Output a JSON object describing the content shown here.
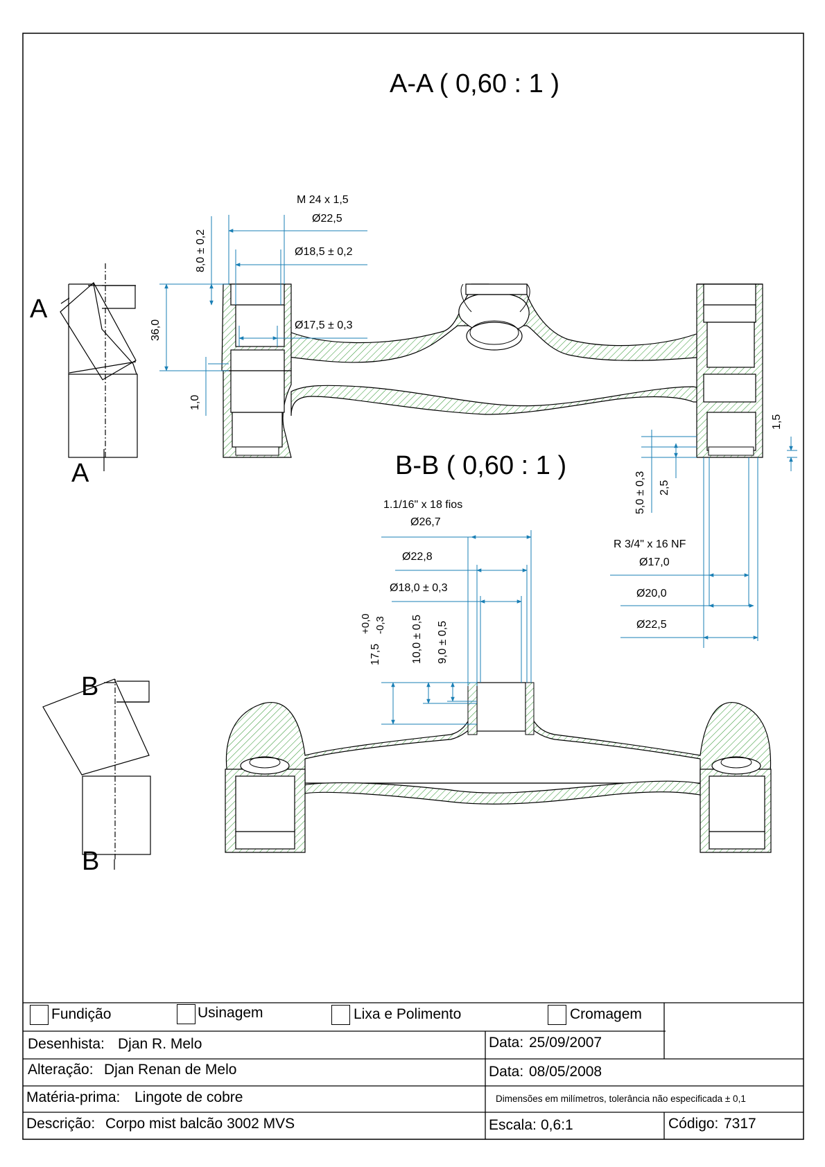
{
  "views": {
    "aa_title": "A-A  ( 0,60 : 1 )",
    "bb_title": "B-B  ( 0,60 : 1 )",
    "section_a_letter": "A",
    "section_b_letter": "B"
  },
  "dimensions_aa": {
    "thread_top": "M 24 x 1,5",
    "dia_225": "Ø22,5",
    "dia_185": "Ø18,5 ± 0,2",
    "dia_175": "Ø17,5 ± 0,3",
    "height_8": "8,0 ± 0,2",
    "height_36": "36,0",
    "height_1": "1,0",
    "wall_15": "1,5",
    "depth_5": "5,0 ± 0,3",
    "depth_25": "2,5",
    "thread_right": "R 3/4\" x 16 NF",
    "dia_170": "Ø17,0",
    "dia_200": "Ø20,0",
    "dia_225_right": "Ø22,5"
  },
  "dimensions_bb": {
    "thread": "1.1/16\" x 18 fios",
    "dia_267": "Ø26,7",
    "dia_228": "Ø22,8",
    "dia_180": "Ø18,0 ± 0,3",
    "depth_175": "17,5",
    "tol_upper": "+0,0",
    "tol_lower": "-0,3",
    "depth_10": "10,0 ± 0,5",
    "depth_9": "9,0 ± 0,5"
  },
  "title_block": {
    "processes": [
      "Fundição",
      "Usinagem",
      "Lixa e Polimento",
      "Cromagem"
    ],
    "designer_label": "Desenhista:",
    "designer": "Djan R. Melo",
    "date1_label": "Data:",
    "date1": "25/09/2007",
    "change_label": "Alteração:",
    "changer": "Djan Renan de Melo",
    "date2_label": "Data:",
    "date2": "08/05/2008",
    "material_label": "Matéria-prima:",
    "material": "Lingote de cobre",
    "note": "Dimensões em milímetros, tolerância não especificada ± 0,1",
    "description_label": "Descrição:",
    "description": "Corpo mist balcão 3002 MVS",
    "scale_label": "Escala:",
    "scale": "0,6:1",
    "code_label": "Código:",
    "code": "7317"
  },
  "colors": {
    "dimension_line": "#1a7fb5",
    "hatch": "#3a9a3a",
    "outline": "#000000"
  }
}
